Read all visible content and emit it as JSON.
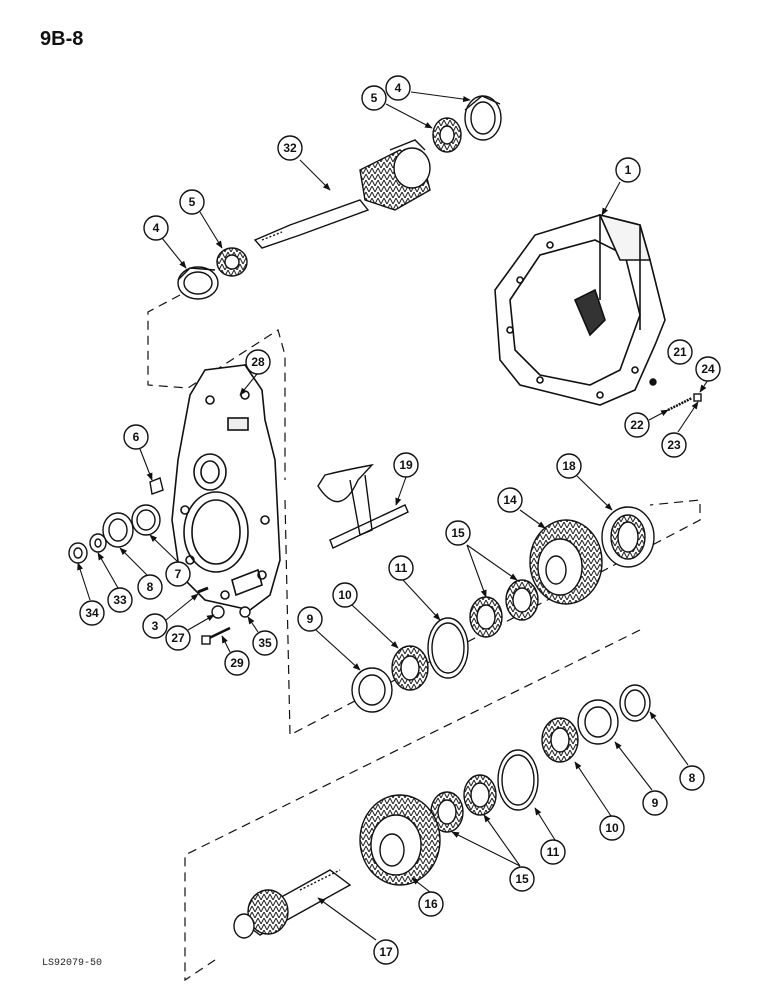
{
  "page_id": "9B-8",
  "figure_id": "LS92079-50",
  "callouts": {
    "c1": "1",
    "c4a": "4",
    "c5a": "5",
    "c32": "32",
    "c4b": "4",
    "c5b": "5",
    "c28": "28",
    "c21": "21",
    "c24": "24",
    "c22": "22",
    "c23": "23",
    "c6": "6",
    "c19": "19",
    "c18": "18",
    "c14": "14",
    "c15a": "15",
    "c11a": "11",
    "c10a": "10",
    "c9a": "9",
    "c34": "34",
    "c33": "33",
    "c8a": "8",
    "c7": "7",
    "c3": "3",
    "c27": "27",
    "c35": "35",
    "c29": "29",
    "c8b": "8",
    "c9b": "9",
    "c10b": "10",
    "c11b": "11",
    "c15b": "15",
    "c16": "16",
    "c17": "17"
  }
}
